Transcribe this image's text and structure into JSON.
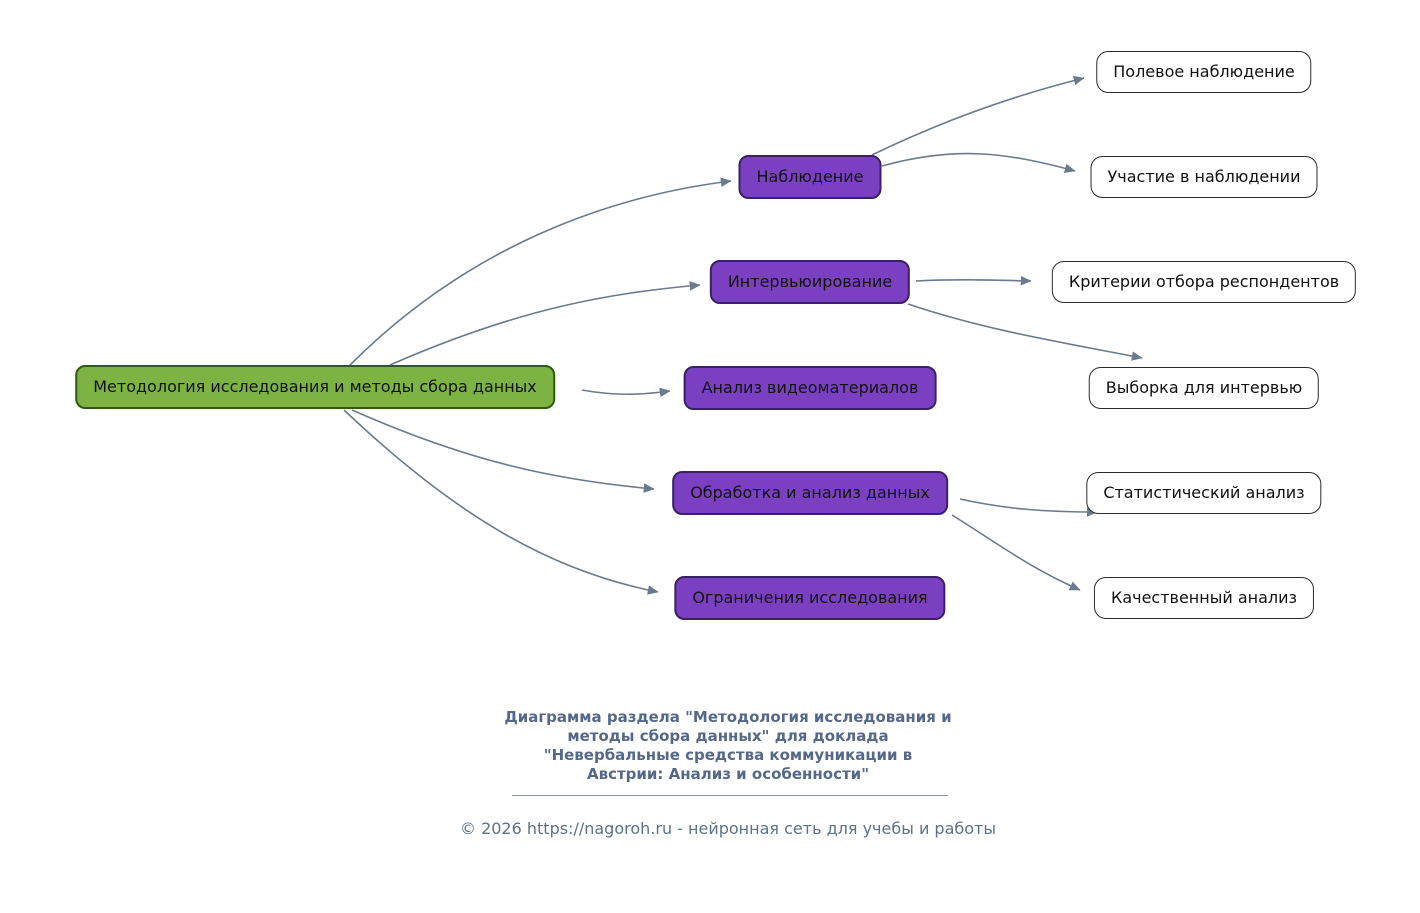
{
  "nodes": {
    "root": "Методология исследования и методы сбора данных",
    "branches": [
      "Наблюдение",
      "Интервьюирование",
      "Анализ видеоматериалов",
      "Обработка и анализ данных",
      "Ограничения исследования"
    ],
    "leaves": [
      "Полевое наблюдение",
      "Участие в наблюдении",
      "Критерии отбора респондентов",
      "Выборка для интервью",
      "Статистический анализ",
      "Качественный анализ"
    ]
  },
  "caption": {
    "lines": [
      "Диаграмма раздела \"Методология исследования и",
      "методы сбора данных\" для доклада",
      "\"Невербальные средства коммуникации в",
      "Австрии: Анализ и особенности\""
    ],
    "copyright": "© 2026 https://nagoroh.ru - нейронная сеть для учебы и работы"
  },
  "colors": {
    "root_fill": "#7cb342",
    "root_border": "#2e5a14",
    "branch_fill": "#7b3fc2",
    "branch_border": "#3a2166",
    "leaf_fill": "#ffffff",
    "leaf_border": "#2b2b2b",
    "edge": "#6b7a8c",
    "caption_text": "#55688c",
    "copyright_text": "#5d7287"
  }
}
